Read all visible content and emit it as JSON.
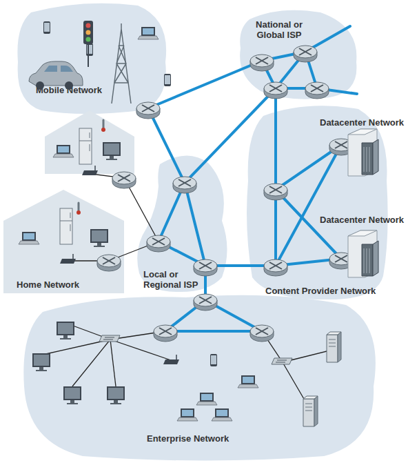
{
  "diagram": {
    "nodes": [
      {
        "text": [
          "Mobile Network"
        ]
      },
      {
        "text": [
          "National or Global ISP"
        ]
      },
      {
        "text": [
          "Content Provider Network"
        ]
      },
      {
        "text": [
          "Datacenter Network"
        ],
        "in": 2
      },
      {
        "text": [
          "Datacenter Network"
        ],
        "in": 2
      },
      {
        "text": [
          "Home Network"
        ]
      },
      {
        "text": [
          "Local or Regional ISP"
        ]
      },
      {
        "text": [
          "Enterprise Network"
        ]
      }
    ]
  }
}
